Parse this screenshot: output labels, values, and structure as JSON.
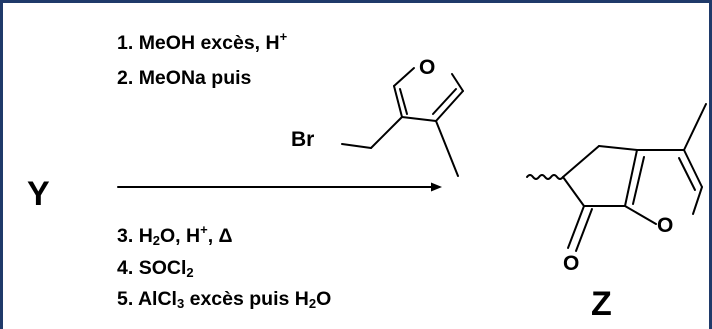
{
  "compounds": {
    "start": "Y",
    "product": "Z"
  },
  "reagents": {
    "step1": {
      "num": "1.",
      "text": "MeOH excès, H",
      "sup": "+"
    },
    "step2": {
      "num": "2.",
      "text": "MeONa puis"
    },
    "step3": {
      "num": "3.",
      "a": "H",
      "a_sub": "2",
      "b": "O, H",
      "b_sup": "+",
      "c": ", Δ"
    },
    "step4": {
      "num": "4.",
      "a": "SOCl",
      "a_sub": "2"
    },
    "step5": {
      "num": "5.",
      "a": "AlCl",
      "a_sub": "3",
      "b": " excès puis H",
      "b_sub": "2",
      "c": "O"
    }
  },
  "atoms": {
    "bromine": "Br",
    "oxygen": "O"
  },
  "colors": {
    "frame": "#1f3a6a",
    "ink": "#000000"
  }
}
